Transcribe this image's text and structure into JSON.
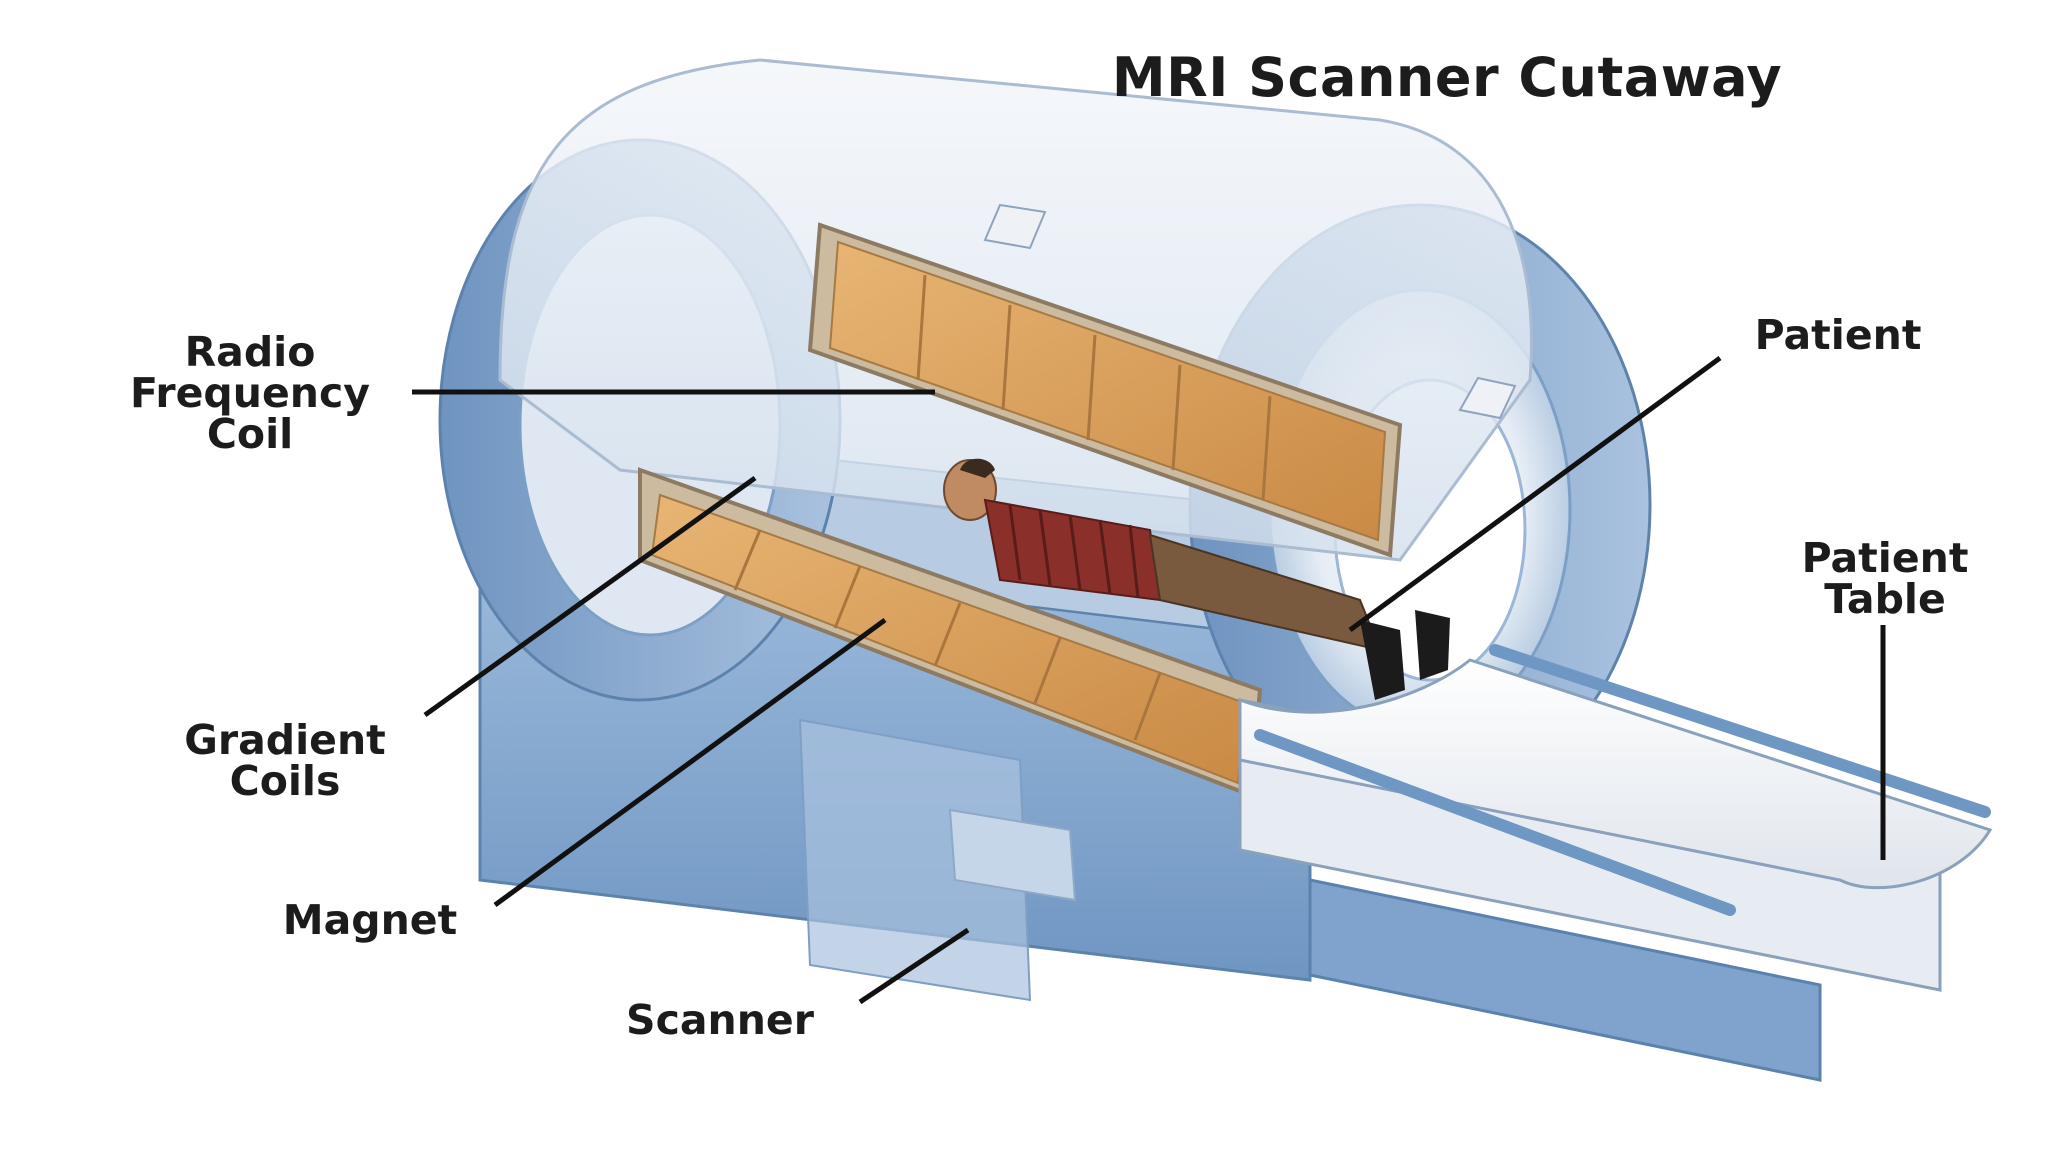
{
  "title": "MRI Scanner Cutaway",
  "labels": {
    "rf_coil": [
      "Radio",
      "Frequency",
      "Coil"
    ],
    "gradient_coils": [
      "Gradient",
      "Coils"
    ],
    "magnet": "Magnet",
    "scanner": "Scanner",
    "patient": "Patient",
    "patient_table": [
      "Patient",
      "Table"
    ]
  },
  "colors": {
    "housing_blue": "#7fa6cf",
    "housing_light": "#c9d9ea",
    "glass_cover": "#e3ebf3",
    "coil_wood": "#d9a15e",
    "coil_frame": "#b8a58a",
    "table_white": "#f2f4f6",
    "table_rail": "#6f97c4",
    "patient_shirt": "#8a2f2a",
    "patient_pants": "#7a5a3e",
    "leader_line": "#111111"
  }
}
